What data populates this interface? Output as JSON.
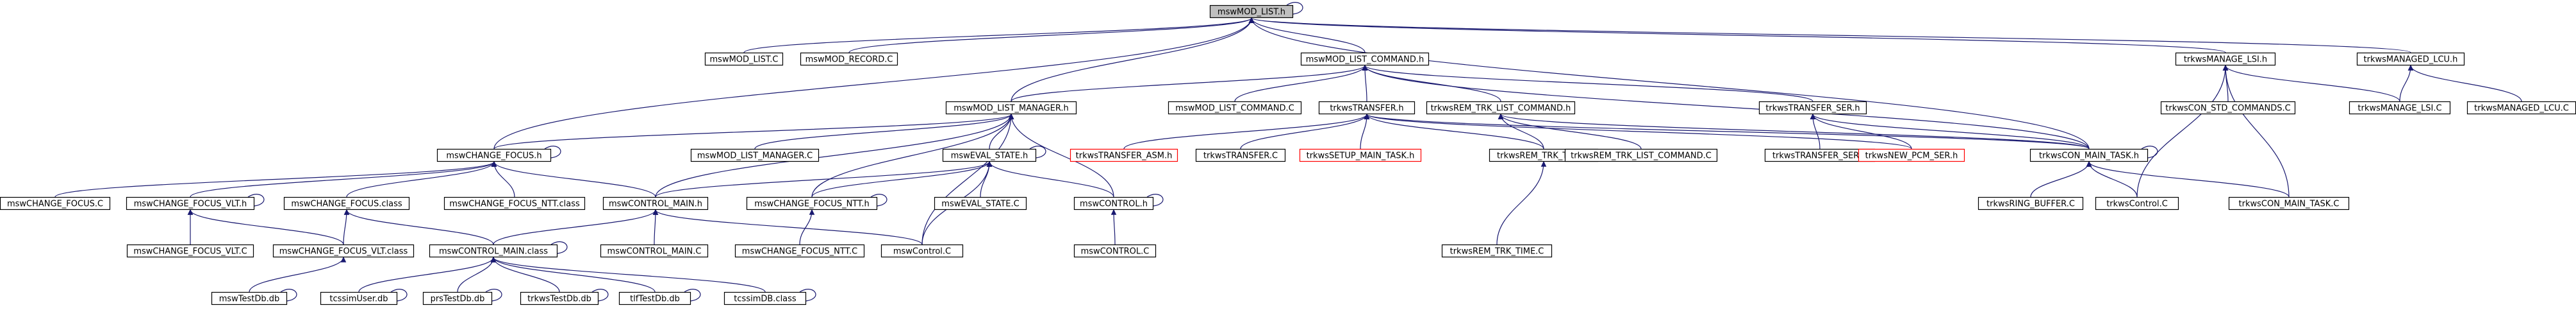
{
  "colors": {
    "edge": "#191970",
    "node_border": "#000000",
    "root_fill": "#bfbfbf",
    "missing_border": "#ff0000"
  },
  "nodes": {
    "msw_mod_list_h": "mswMOD_LIST.h",
    "msw_mod_list_c": "mswMOD_LIST.C",
    "msw_mod_record_c": "mswMOD_RECORD.C",
    "msw_mod_list_command_h": "mswMOD_LIST_COMMAND.h",
    "trkws_manage_lsi_h": "trkwsMANAGE_LSI.h",
    "trkws_managed_lcu_h": "trkwsMANAGED_LCU.h",
    "msw_mod_list_manager_h": "mswMOD_LIST_MANAGER.h",
    "msw_mod_list_command_c": "mswMOD_LIST_COMMAND.C",
    "trkws_transfer_h": "trkwsTRANSFER.h",
    "trkws_rem_trk_list_command_h": "trkwsREM_TRK_LIST_COMMAND.h",
    "trkws_transfer_ser_h": "trkwsTRANSFER_SER.h",
    "trkws_con_std_commands_c": "trkwsCON_STD_COMMANDS.C",
    "trkws_manage_lsi_c": "trkwsMANAGE_LSI.C",
    "trkws_managed_lcu_c": "trkwsMANAGED_LCU.C",
    "msw_change_focus_h": "mswCHANGE_FOCUS.h",
    "msw_mod_list_manager_c": "mswMOD_LIST_MANAGER.C",
    "msw_eval_state_h": "mswEVAL_STATE.h",
    "trkws_transfer_asm_h": "trkwsTRANSFER_ASM.h",
    "trkws_transfer_c": "trkwsTRANSFER.C",
    "trkws_setup_main_task_h": "trkwsSETUP_MAIN_TASK.h",
    "trkws_rem_trk_time_h": "trkwsREM_TRK_TIME.h",
    "trkws_rem_trk_list_command_c": "trkwsREM_TRK_LIST_COMMAND.C",
    "trkws_transfer_ser_c": "trkwsTRANSFER_SER.C",
    "trkws_new_pcm_ser_h": "trkwsNEW_PCM_SER.h",
    "trkws_con_main_task_h": "trkwsCON_MAIN_TASK.h",
    "msw_change_focus_c": "mswCHANGE_FOCUS.C",
    "msw_change_focus_vlt_h": "mswCHANGE_FOCUS_VLT.h",
    "msw_change_focus_class": "mswCHANGE_FOCUS.class",
    "msw_change_focus_ntt_class": "mswCHANGE_FOCUS_NTT.class",
    "msw_control_main_h": "mswCONTROL_MAIN.h",
    "msw_change_focus_ntt_h": "mswCHANGE_FOCUS_NTT.h",
    "msw_eval_state_c": "mswEVAL_STATE.C",
    "msw_control_h": "mswCONTROL.h",
    "trkws_rem_trk_time_c": "trkwsREM_TRK_TIME.C",
    "trkws_ring_buffer_c": "trkwsRING_BUFFER.C",
    "trkws_control_c": "trkwsControl.C",
    "trkws_con_main_task_c": "trkwsCON_MAIN_TASK.C",
    "msw_change_focus_vlt_c": "mswCHANGE_FOCUS_VLT.C",
    "msw_change_focus_vlt_class": "mswCHANGE_FOCUS_VLT.class",
    "msw_control_main_class": "mswCONTROL_MAIN.class",
    "msw_control_main_c": "mswCONTROL_MAIN.C",
    "msw_change_focus_ntt_c": "mswCHANGE_FOCUS_NTT.C",
    "msw_control_c": "mswControl.C",
    "msw_control_c2": "mswCONTROL.C",
    "msw_test_db": "mswTestDb.db",
    "tcssim_user_db": "tcssimUser.db",
    "prs_test_db": "prsTestDb.db",
    "trkws_test_db": "trkwsTestDb.db",
    "tlf_test_db": "tlfTestDb.db",
    "tcssim_db_class": "tcssimDB.class"
  }
}
